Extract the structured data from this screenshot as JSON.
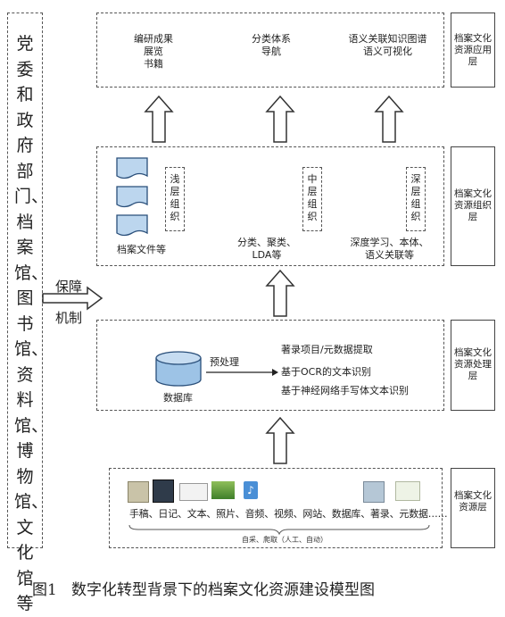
{
  "left_panel": {
    "text": "党委和政府部门、档案馆、图书馆、资料馆、博物馆、文化馆等"
  },
  "guarantee": {
    "line1": "保障",
    "line2": "机制"
  },
  "layers": {
    "application": {
      "label": "档案文化资源应用层",
      "items": [
        {
          "lines": [
            "编研成果",
            "展览",
            "书籍"
          ]
        },
        {
          "lines": [
            "分类体系",
            "导航"
          ]
        },
        {
          "lines": [
            "语义关联知识图谱",
            "语义可视化"
          ]
        }
      ]
    },
    "organization": {
      "label": "档案文化资源组织层",
      "shallow": {
        "vertical": "浅层组织",
        "caption": "档案文件等"
      },
      "middle": {
        "vertical": "中层组织",
        "caption_lines": [
          "分类、聚类、",
          "LDA等"
        ]
      },
      "deep": {
        "vertical": "深层组织",
        "caption_lines": [
          "深度学习、本体、",
          "语义关联等"
        ]
      }
    },
    "processing": {
      "label": "档案文化资源处理层",
      "db_label": "数据库",
      "arrow_label": "预处理",
      "items": [
        "著录项目/元数据提取",
        "基于OCR的文本识别",
        "基于神经网络手写体文本识别"
      ]
    },
    "resource": {
      "label": "档案文化资源层",
      "items": "手稿、日记、文本、照片、音频、视频、网站、数据库、著录、元数据……",
      "collection": "自采、爬取（人工、自动）"
    }
  },
  "caption": "图1   数字化转型背景下的档案文化资源建设模型图"
}
